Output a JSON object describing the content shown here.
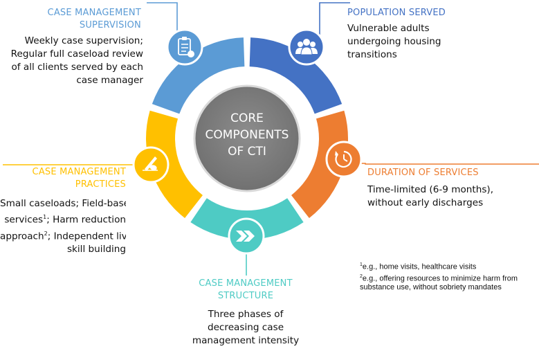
{
  "center": {
    "lines": [
      "CORE",
      "COMPONENTS",
      "OF CTI"
    ]
  },
  "colors": {
    "blue_light": "#5b9bd5",
    "blue_dark": "#4472c4",
    "orange": "#ed7d31",
    "teal": "#4ecbc4",
    "yellow": "#ffc000",
    "center_gray": "#7f7f7f"
  },
  "segments": {
    "supervision": {
      "heading": [
        "CASE MANAGEMENT",
        "SUPERVISION"
      ],
      "body": [
        "Weekly case supervision;",
        "Regular full caseload review",
        "of all clients served by each",
        "case manager"
      ],
      "icon": "clipboard-icon"
    },
    "population": {
      "heading": [
        "POPULATION SERVED"
      ],
      "body": [
        "Vulnerable adults",
        "undergoing housing",
        "transitions"
      ],
      "icon": "people-icon"
    },
    "duration": {
      "heading": [
        "DURATION OF SERVICES"
      ],
      "body": [
        "Time-limited (6-9 months),",
        "without early discharges"
      ],
      "icon": "timer-icon"
    },
    "structure": {
      "heading": [
        "CASE MANAGEMENT",
        "STRUCTURE"
      ],
      "body": [
        "Three phases of",
        "decreasing case",
        "management intensity"
      ],
      "icon": "chevrons-icon"
    },
    "practices": {
      "heading": [
        "CASE MANAGEMENT",
        "PRACTICES"
      ],
      "body_1": "Small caseloads; Field-based",
      "body_2": "services",
      "body_2_sup": "1",
      "body_2_rest": "; Harm reduction",
      "body_3": "approach",
      "body_3_sup": "2",
      "body_3_rest": "; Independent living",
      "body_4": "skill building",
      "icon": "writing-hand-icon"
    }
  },
  "footnotes": {
    "note1_mark": "1",
    "note1_text": "e.g., home visits, healthcare visits",
    "note2_mark": "2",
    "note2_text": "e.g., offering resources to minimize harm from",
    "note2_text_cont": "substance use, without sobriety mandates"
  }
}
